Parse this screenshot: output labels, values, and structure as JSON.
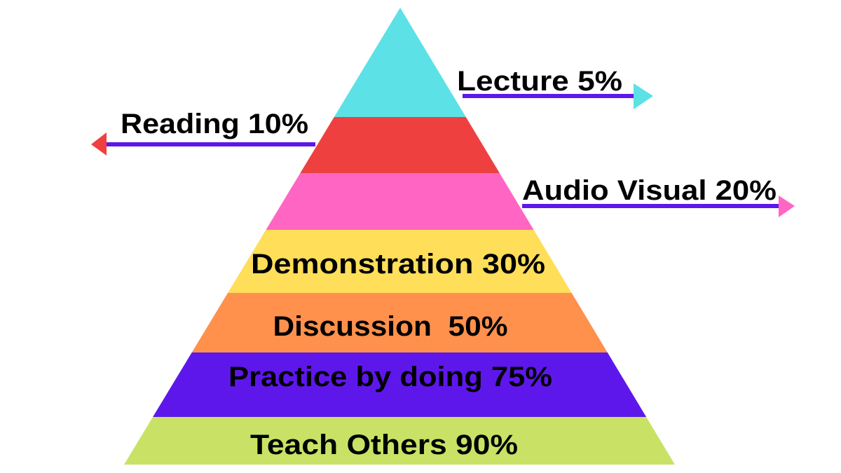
{
  "layers": [
    {
      "label": "",
      "color": "#5ce1e6"
    },
    {
      "label": "",
      "color": "#ef4040"
    },
    {
      "label": "",
      "color": "#ff66c4"
    },
    {
      "label": "Demonstration 30%",
      "color": "#ffde59"
    },
    {
      "label": "Discussion  50%",
      "color": "#ff914d"
    },
    {
      "label": "Practice by doing 75%",
      "color": "#5e17eb"
    },
    {
      "label": "Teach Others 90%",
      "color": "#c9e265"
    }
  ],
  "callouts": {
    "lecture": {
      "label": "Lecture 5%",
      "arrow_color": "#5ce1e6",
      "direction": "right"
    },
    "reading": {
      "label": "Reading 10%",
      "arrow_color": "#ef4040",
      "direction": "left"
    },
    "audio_visual": {
      "label": "Audio Visual 20%",
      "arrow_color": "#ff66c4",
      "direction": "right"
    }
  },
  "line_color": "#5e17eb"
}
